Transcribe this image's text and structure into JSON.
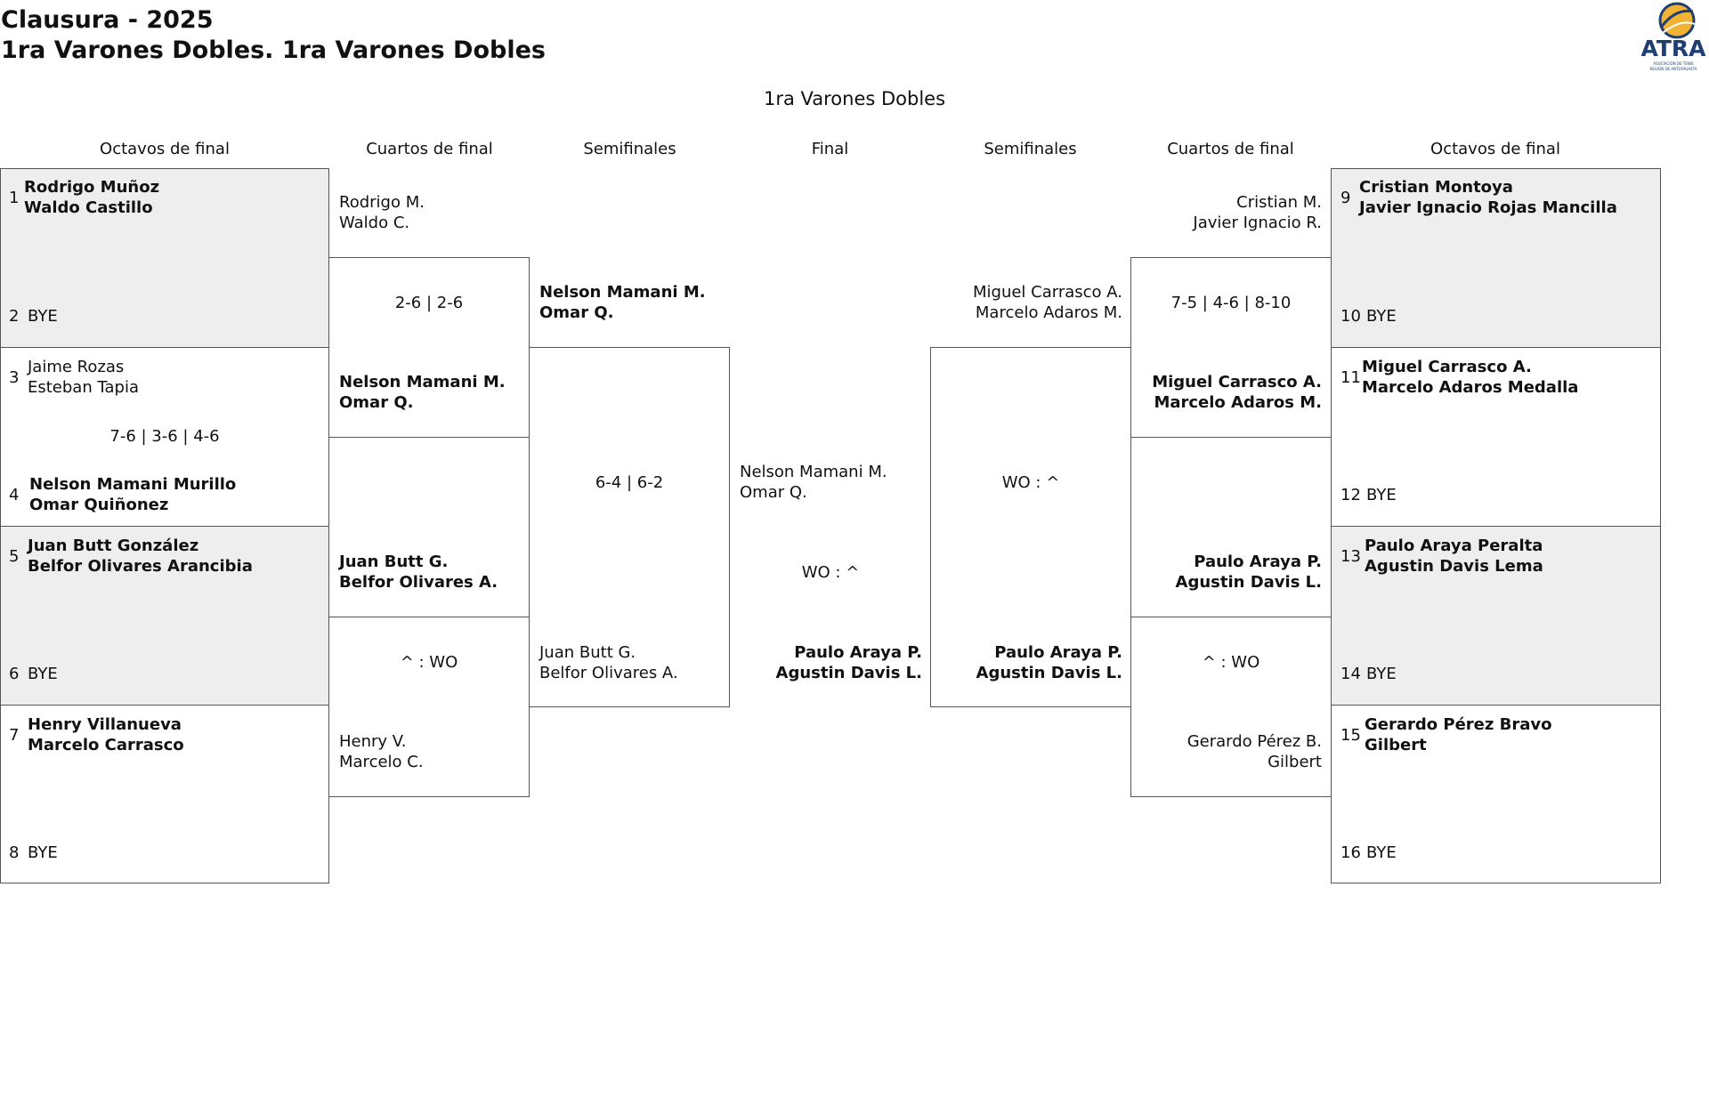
{
  "header": {
    "title": "Clausura - 2025",
    "subtitle": "1ra Varones Dobles. 1ra Varones Dobles",
    "logo_text": "ATRA",
    "logo_subtext": "ASOCIACIÓN DE TENIS REGIÓN DE ANTOFAGASTA"
  },
  "bracket_title": "1ra Varones Dobles",
  "rounds": {
    "octavos_left": "Octavos de final",
    "cuartos_left": "Cuartos de final",
    "semis_left": "Semifinales",
    "final": "Final",
    "semis_right": "Semifinales",
    "cuartos_right": "Cuartos de final",
    "octavos_right": "Octavos de final"
  },
  "octavos_left": {
    "m1": {
      "s1": "1",
      "p1a": "Rodrigo Muñoz",
      "p1b": "Waldo Castillo",
      "s2": "2",
      "p2": "BYE"
    },
    "m2": {
      "s1": "3",
      "p1a": "Jaime Rozas",
      "p1b": "Esteban Tapia",
      "score": "7-6 | 3-6 | 4-6",
      "s2": "4",
      "p2a": "Nelson Mamani Murillo",
      "p2b": "Omar Quiñonez"
    },
    "m3": {
      "s1": "5",
      "p1a": "Juan Butt González",
      "p1b": "Belfor Olivares Arancibia",
      "s2": "6",
      "p2": "BYE"
    },
    "m4": {
      "s1": "7",
      "p1a": "Henry Villanueva",
      "p1b": "Marcelo Carrasco",
      "s2": "8",
      "p2": "BYE"
    }
  },
  "cuartos_left": {
    "m1": {
      "p1a": "Rodrigo M.",
      "p1b": "Waldo C.",
      "score": "2-6 | 2-6",
      "p2a": "Nelson Mamani M.",
      "p2b": "Omar Q."
    },
    "m2": {
      "p1a": "Juan Butt G.",
      "p1b": "Belfor Olivares A.",
      "score": "^ : WO",
      "p2a": "Henry V.",
      "p2b": "Marcelo C."
    }
  },
  "semis_left": {
    "p1a": "Nelson Mamani M.",
    "p1b": "Omar Q.",
    "score": "6-4 | 6-2",
    "p2a": "Juan Butt G.",
    "p2b": "Belfor Olivares A."
  },
  "final": {
    "p1a": "Nelson Mamani M.",
    "p1b": "Omar Q.",
    "score": "WO : ^",
    "p2a": "Paulo Araya P.",
    "p2b": "Agustin Davis L."
  },
  "semis_right": {
    "p1a": "Miguel Carrasco A.",
    "p1b": "Marcelo Adaros M.",
    "score": "WO : ^",
    "p2a": "Paulo Araya P.",
    "p2b": "Agustin Davis L."
  },
  "cuartos_right": {
    "m1": {
      "p1a": "Cristian M.",
      "p1b": "Javier Ignacio R.",
      "score": "7-5 | 4-6 | 8-10",
      "p2a": "Miguel Carrasco A.",
      "p2b": "Marcelo Adaros M."
    },
    "m2": {
      "p1a": "Paulo Araya P.",
      "p1b": "Agustin Davis L.",
      "score": "^ : WO",
      "p2a": "Gerardo Pérez B.",
      "p2b": "Gilbert"
    }
  },
  "octavos_right": {
    "m1": {
      "s1": "9",
      "p1a": "Cristian Montoya",
      "p1b": "Javier Ignacio Rojas Mancilla",
      "s2": "10",
      "p2": "BYE"
    },
    "m2": {
      "s1": "11",
      "p1a": "Miguel Carrasco A.",
      "p1b": "Marcelo Adaros Medalla",
      "s2": "12",
      "p2": "BYE"
    },
    "m3": {
      "s1": "13",
      "p1a": "Paulo Araya Peralta",
      "p1b": "Agustin Davis Lema",
      "s2": "14",
      "p2": "BYE"
    },
    "m4": {
      "s1": "15",
      "p1a": "Gerardo Pérez Bravo",
      "p1b": "Gilbert",
      "s2": "16",
      "p2": "BYE"
    }
  },
  "colors": {
    "winner_bg": "#eeeeee",
    "border": "#555555",
    "logo_blue": "#1f3f73",
    "logo_yellow": "#f2b233"
  }
}
